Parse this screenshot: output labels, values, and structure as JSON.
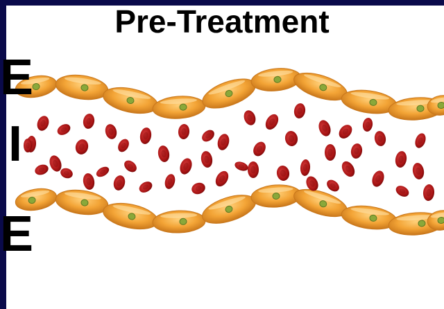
{
  "title": "Pre-Treatment",
  "labels": {
    "top_wall": "E",
    "lumen": "I",
    "bottom_wall": "E"
  },
  "colors": {
    "frame": "#0a0a4a",
    "background": "#ffffff",
    "endothelial_cell": "#f0a030",
    "endothelial_cell_edge": "#c8761a",
    "nucleus": "#8aa83a",
    "red_blood_cell": "#b01818"
  },
  "icons": {
    "endothelial_cell": "orange-spindle-cell-icon",
    "red_blood_cell": "red-blood-cell-icon"
  }
}
